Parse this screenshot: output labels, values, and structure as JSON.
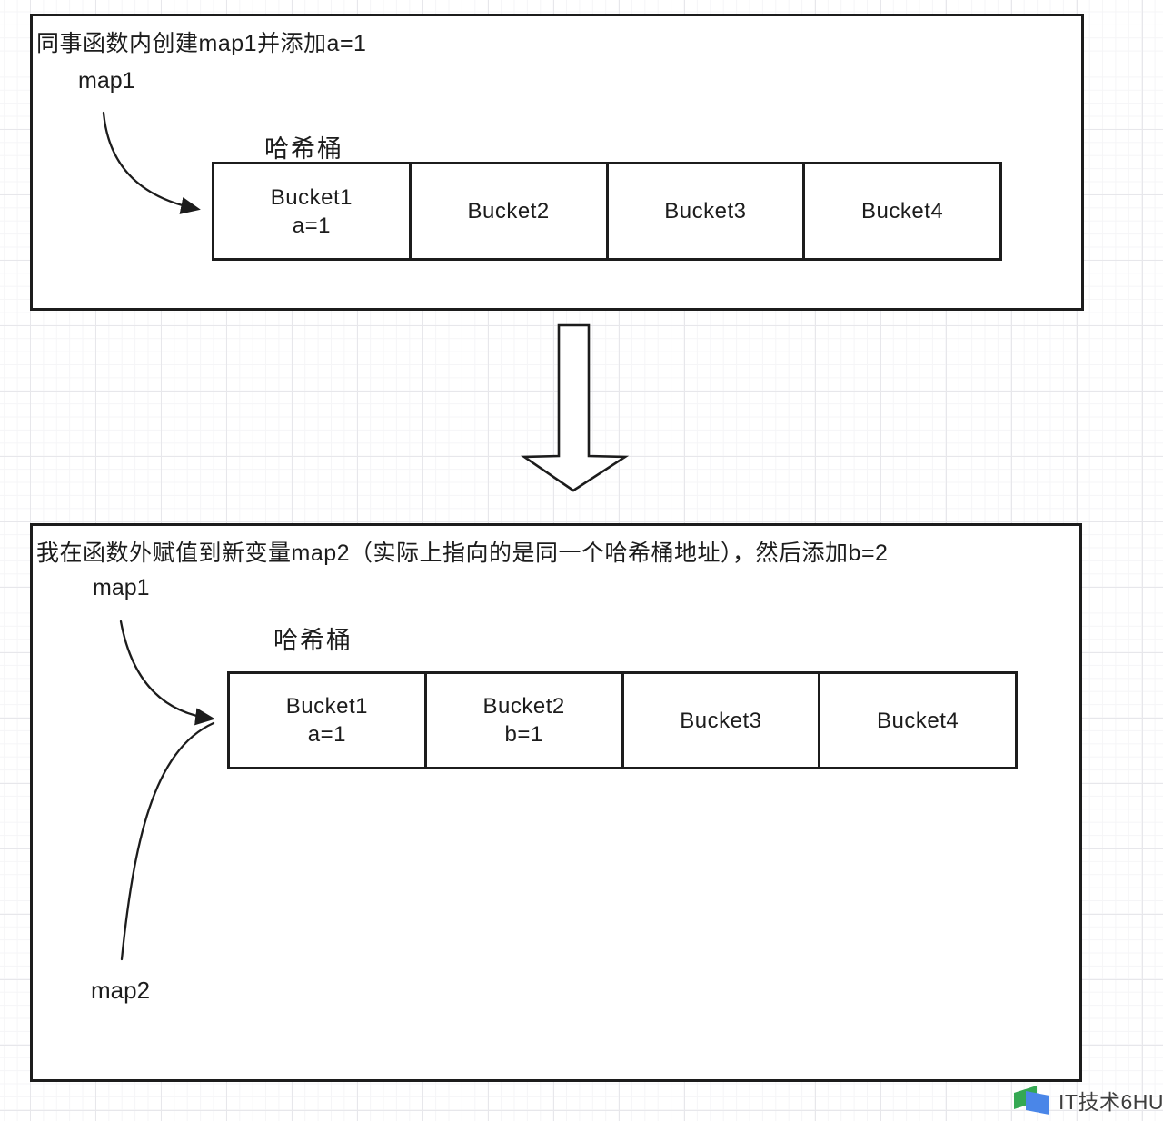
{
  "panel1": {
    "title": "同事函数内创建map1并添加a=1",
    "map1_label": "map1",
    "table_label": "哈希桶",
    "buckets": [
      {
        "name": "Bucket1",
        "value": "a=1"
      },
      {
        "name": "Bucket2",
        "value": ""
      },
      {
        "name": "Bucket3",
        "value": ""
      },
      {
        "name": "Bucket4",
        "value": ""
      }
    ]
  },
  "panel2": {
    "title": "我在函数外赋值到新变量map2（实际上指向的是同一个哈希桶地址），然后添加b=2",
    "map1_label": "map1",
    "map2_label": "map2",
    "table_label": "哈希桶",
    "buckets": [
      {
        "name": "Bucket1",
        "value": "a=1"
      },
      {
        "name": "Bucket2",
        "value": "b=1"
      },
      {
        "name": "Bucket3",
        "value": ""
      },
      {
        "name": "Bucket4",
        "value": ""
      }
    ]
  },
  "watermark": {
    "text": "IT技术6HU"
  },
  "colors": {
    "line": "#1c1c1c",
    "logo_green": "#34a853",
    "logo_blue": "#4a86e8",
    "watermark_text": "#3d3d3d"
  }
}
